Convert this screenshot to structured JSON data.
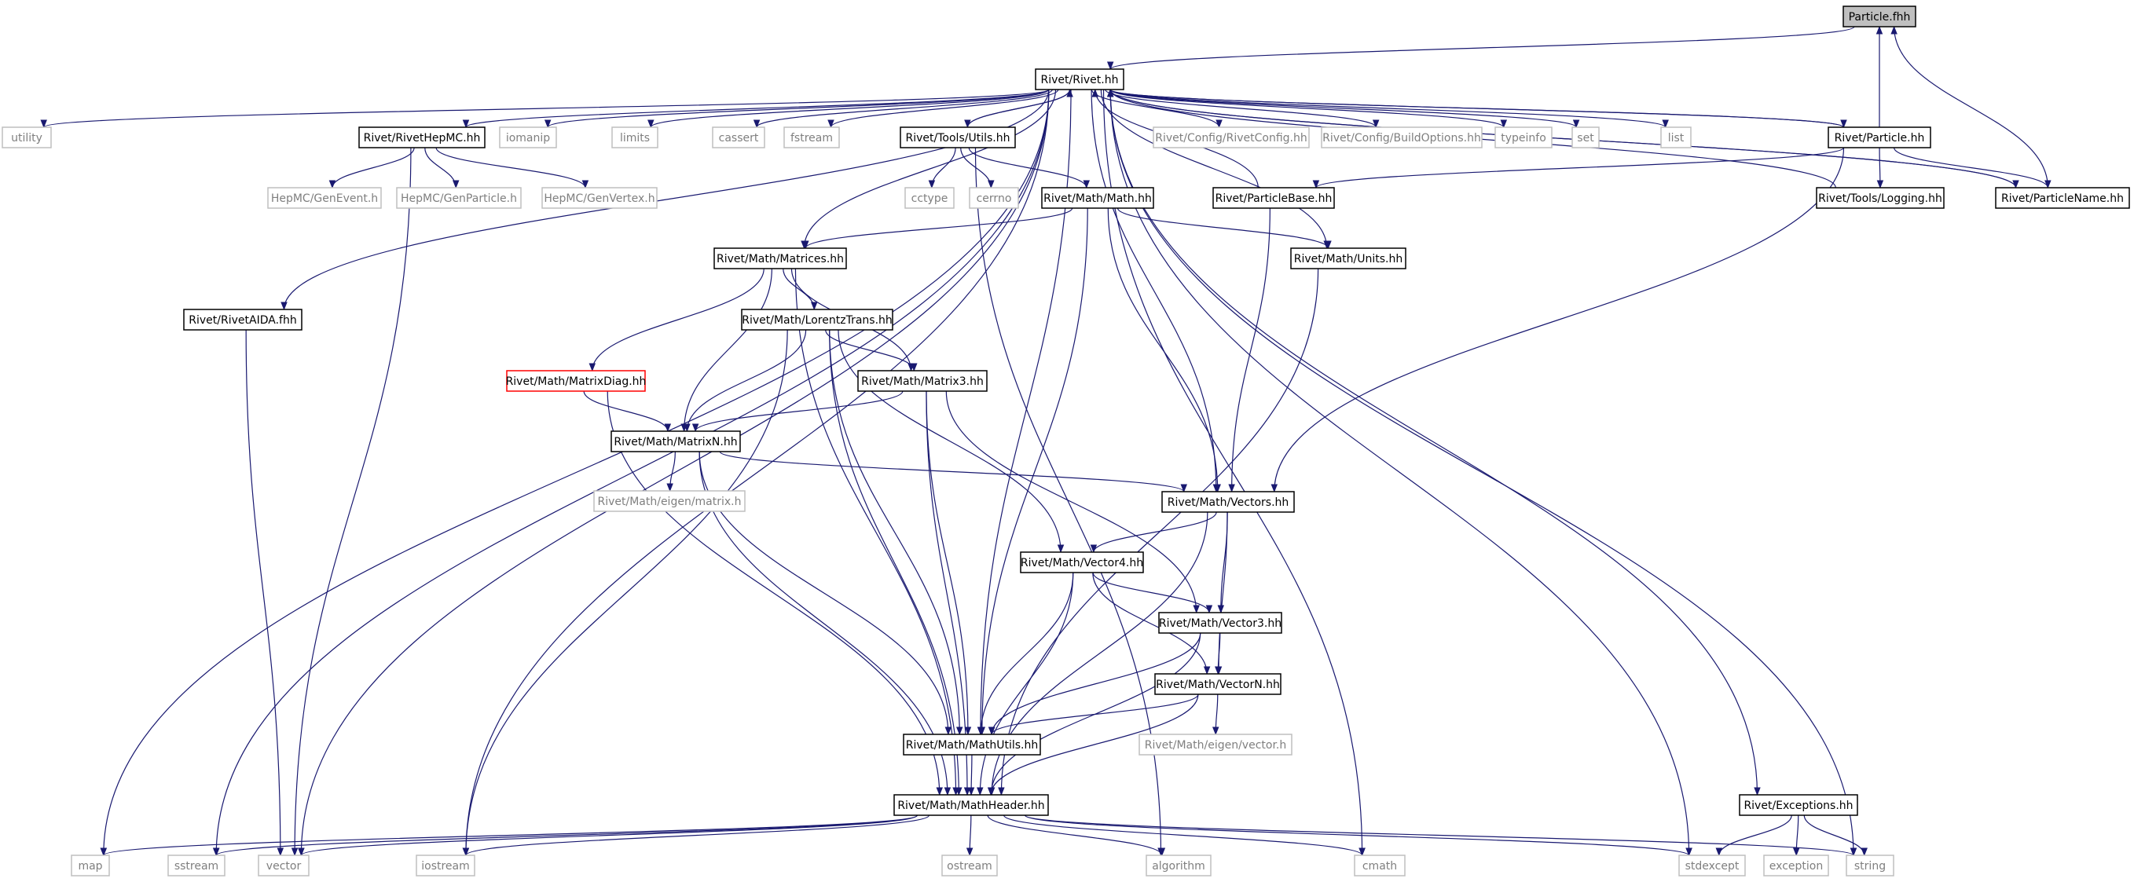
{
  "graph": {
    "title": "",
    "colors": {
      "edge": "#191970",
      "node_border": "#000000",
      "external_border": "#bfbfbf",
      "external_text": "#7f7f7f",
      "missing_border": "#ff0000",
      "root_fill": "#bfbfbf",
      "node_fill": "#ffffff",
      "text": "#000000"
    },
    "nodes": [
      {
        "id": "particle_fhh",
        "label": "Particle.fhh",
        "kind": "root"
      },
      {
        "id": "rivet_hh",
        "label": "Rivet/Rivet.hh",
        "kind": "internal"
      },
      {
        "id": "utility",
        "label": "utility",
        "kind": "external"
      },
      {
        "id": "rivethepmc",
        "label": "Rivet/RivetHepMC.hh",
        "kind": "internal"
      },
      {
        "id": "iomanip",
        "label": "iomanip",
        "kind": "external"
      },
      {
        "id": "limits",
        "label": "limits",
        "kind": "external"
      },
      {
        "id": "cassert",
        "label": "cassert",
        "kind": "external"
      },
      {
        "id": "fstream",
        "label": "fstream",
        "kind": "external"
      },
      {
        "id": "tools_utils",
        "label": "Rivet/Tools/Utils.hh",
        "kind": "internal"
      },
      {
        "id": "rivetconfig",
        "label": "Rivet/Config/RivetConfig.hh",
        "kind": "external"
      },
      {
        "id": "buildoptions",
        "label": "Rivet/Config/BuildOptions.hh",
        "kind": "external"
      },
      {
        "id": "typeinfo",
        "label": "typeinfo",
        "kind": "external"
      },
      {
        "id": "set",
        "label": "set",
        "kind": "external"
      },
      {
        "id": "list",
        "label": "list",
        "kind": "external"
      },
      {
        "id": "particle_hh",
        "label": "Rivet/Particle.hh",
        "kind": "internal"
      },
      {
        "id": "genevent",
        "label": "HepMC/GenEvent.h",
        "kind": "external"
      },
      {
        "id": "genparticle",
        "label": "HepMC/GenParticle.h",
        "kind": "external"
      },
      {
        "id": "genvertex",
        "label": "HepMC/GenVertex.h",
        "kind": "external"
      },
      {
        "id": "cctype",
        "label": "cctype",
        "kind": "external"
      },
      {
        "id": "cerrno",
        "label": "cerrno",
        "kind": "external"
      },
      {
        "id": "math_hh",
        "label": "Rivet/Math/Math.hh",
        "kind": "internal"
      },
      {
        "id": "particlebase",
        "label": "Rivet/ParticleBase.hh",
        "kind": "internal"
      },
      {
        "id": "logging",
        "label": "Rivet/Tools/Logging.hh",
        "kind": "internal"
      },
      {
        "id": "particlename",
        "label": "Rivet/ParticleName.hh",
        "kind": "internal"
      },
      {
        "id": "matrices",
        "label": "Rivet/Math/Matrices.hh",
        "kind": "internal"
      },
      {
        "id": "units",
        "label": "Rivet/Math/Units.hh",
        "kind": "internal"
      },
      {
        "id": "rivetaida",
        "label": "Rivet/RivetAIDA.fhh",
        "kind": "internal"
      },
      {
        "id": "lorentztrans",
        "label": "Rivet/Math/LorentzTrans.hh",
        "kind": "internal"
      },
      {
        "id": "matrixdiag",
        "label": "Rivet/Math/MatrixDiag.hh",
        "kind": "missing"
      },
      {
        "id": "matrix3",
        "label": "Rivet/Math/Matrix3.hh",
        "kind": "internal"
      },
      {
        "id": "matrixn",
        "label": "Rivet/Math/MatrixN.hh",
        "kind": "internal"
      },
      {
        "id": "eigen_matrix",
        "label": "Rivet/Math/eigen/matrix.h",
        "kind": "external"
      },
      {
        "id": "vectors",
        "label": "Rivet/Math/Vectors.hh",
        "kind": "internal"
      },
      {
        "id": "vector4",
        "label": "Rivet/Math/Vector4.hh",
        "kind": "internal"
      },
      {
        "id": "vector3",
        "label": "Rivet/Math/Vector3.hh",
        "kind": "internal"
      },
      {
        "id": "vectorn",
        "label": "Rivet/Math/VectorN.hh",
        "kind": "internal"
      },
      {
        "id": "eigen_vector",
        "label": "Rivet/Math/eigen/vector.h",
        "kind": "external"
      },
      {
        "id": "mathutils",
        "label": "Rivet/Math/MathUtils.hh",
        "kind": "internal"
      },
      {
        "id": "mathheader",
        "label": "Rivet/Math/MathHeader.hh",
        "kind": "internal"
      },
      {
        "id": "exceptions",
        "label": "Rivet/Exceptions.hh",
        "kind": "internal"
      },
      {
        "id": "map",
        "label": "map",
        "kind": "external"
      },
      {
        "id": "sstream",
        "label": "sstream",
        "kind": "external"
      },
      {
        "id": "vector",
        "label": "vector",
        "kind": "external"
      },
      {
        "id": "iostream",
        "label": "iostream",
        "kind": "external"
      },
      {
        "id": "ostream",
        "label": "ostream",
        "kind": "external"
      },
      {
        "id": "algorithm",
        "label": "algorithm",
        "kind": "external"
      },
      {
        "id": "cmath",
        "label": "cmath",
        "kind": "external"
      },
      {
        "id": "stdexcept",
        "label": "stdexcept",
        "kind": "external"
      },
      {
        "id": "exception",
        "label": "exception",
        "kind": "external"
      },
      {
        "id": "string",
        "label": "string",
        "kind": "external"
      }
    ],
    "edges": [
      [
        "particle_fhh",
        "rivet_hh"
      ],
      [
        "rivet_hh",
        "utility"
      ],
      [
        "rivet_hh",
        "rivethepmc"
      ],
      [
        "rivet_hh",
        "iomanip"
      ],
      [
        "rivet_hh",
        "limits"
      ],
      [
        "rivet_hh",
        "cassert"
      ],
      [
        "rivet_hh",
        "fstream"
      ],
      [
        "rivet_hh",
        "tools_utils"
      ],
      [
        "rivet_hh",
        "rivetconfig"
      ],
      [
        "rivet_hh",
        "buildoptions"
      ],
      [
        "rivet_hh",
        "typeinfo"
      ],
      [
        "rivet_hh",
        "set"
      ],
      [
        "rivet_hh",
        "list"
      ],
      [
        "rivet_hh",
        "particle_hh"
      ],
      [
        "rivet_hh",
        "particlename"
      ],
      [
        "rivet_hh",
        "matrices"
      ],
      [
        "rivet_hh",
        "rivetaida"
      ],
      [
        "rivet_hh",
        "vectors"
      ],
      [
        "rivet_hh",
        "units"
      ],
      [
        "rivet_hh",
        "exceptions"
      ],
      [
        "rivet_hh",
        "mathutils"
      ],
      [
        "rivet_hh",
        "map"
      ],
      [
        "rivet_hh",
        "sstream"
      ],
      [
        "rivet_hh",
        "vector"
      ],
      [
        "rivet_hh",
        "iostream"
      ],
      [
        "rivet_hh",
        "cmath"
      ],
      [
        "rivet_hh",
        "stdexcept"
      ],
      [
        "rivet_hh",
        "string"
      ],
      [
        "rivethepmc",
        "genevent"
      ],
      [
        "rivethepmc",
        "genparticle"
      ],
      [
        "rivethepmc",
        "genvertex"
      ],
      [
        "rivethepmc",
        "vector"
      ],
      [
        "tools_utils",
        "rivet_hh"
      ],
      [
        "tools_utils",
        "cctype"
      ],
      [
        "tools_utils",
        "cerrno"
      ],
      [
        "tools_utils",
        "math_hh"
      ],
      [
        "tools_utils",
        "algorithm"
      ],
      [
        "particle_hh",
        "rivet_hh"
      ],
      [
        "particle_hh",
        "particle_fhh"
      ],
      [
        "particle_hh",
        "particlebase"
      ],
      [
        "particle_hh",
        "logging"
      ],
      [
        "particle_hh",
        "particlename"
      ],
      [
        "particle_hh",
        "vectors"
      ],
      [
        "particlebase",
        "rivet_hh"
      ],
      [
        "particlebase",
        "vectors"
      ],
      [
        "logging",
        "rivet_hh"
      ],
      [
        "particlename",
        "rivet_hh"
      ],
      [
        "particlename",
        "particle_fhh"
      ],
      [
        "math_hh",
        "matrices"
      ],
      [
        "math_hh",
        "units"
      ],
      [
        "math_hh",
        "vectors"
      ],
      [
        "math_hh",
        "mathutils"
      ],
      [
        "units",
        "mathheader"
      ],
      [
        "rivetaida",
        "vector"
      ],
      [
        "matrices",
        "lorentztrans"
      ],
      [
        "matrices",
        "matrixdiag"
      ],
      [
        "matrices",
        "matrix3"
      ],
      [
        "matrices",
        "matrixn"
      ],
      [
        "matrices",
        "mathheader"
      ],
      [
        "lorentztrans",
        "matrix3"
      ],
      [
        "lorentztrans",
        "matrixn"
      ],
      [
        "lorentztrans",
        "vector4"
      ],
      [
        "lorentztrans",
        "mathutils"
      ],
      [
        "lorentztrans",
        "mathheader"
      ],
      [
        "lorentztrans",
        "iostream"
      ],
      [
        "matrixdiag",
        "matrixn"
      ],
      [
        "matrixdiag",
        "mathheader"
      ],
      [
        "matrix3",
        "matrixn"
      ],
      [
        "matrix3",
        "vector3"
      ],
      [
        "matrix3",
        "mathutils"
      ],
      [
        "matrix3",
        "mathheader"
      ],
      [
        "matrixn",
        "eigen_matrix"
      ],
      [
        "matrixn",
        "vectors"
      ],
      [
        "matrixn",
        "mathutils"
      ],
      [
        "matrixn",
        "mathheader"
      ],
      [
        "vectors",
        "vector4"
      ],
      [
        "vectors",
        "vector3"
      ],
      [
        "vectors",
        "vectorn"
      ],
      [
        "vectors",
        "mathheader"
      ],
      [
        "vector4",
        "vector3"
      ],
      [
        "vector4",
        "vectorn"
      ],
      [
        "vector4",
        "mathutils"
      ],
      [
        "vector4",
        "mathheader"
      ],
      [
        "vector3",
        "vectorn"
      ],
      [
        "vector3",
        "mathutils"
      ],
      [
        "vector3",
        "mathheader"
      ],
      [
        "vectorn",
        "eigen_vector"
      ],
      [
        "vectorn",
        "mathutils"
      ],
      [
        "vectorn",
        "mathheader"
      ],
      [
        "mathutils",
        "mathheader"
      ],
      [
        "mathheader",
        "map"
      ],
      [
        "mathheader",
        "sstream"
      ],
      [
        "mathheader",
        "vector"
      ],
      [
        "mathheader",
        "iostream"
      ],
      [
        "mathheader",
        "ostream"
      ],
      [
        "mathheader",
        "algorithm"
      ],
      [
        "mathheader",
        "cmath"
      ],
      [
        "mathheader",
        "stdexcept"
      ],
      [
        "mathheader",
        "string"
      ],
      [
        "exceptions",
        "stdexcept"
      ],
      [
        "exceptions",
        "exception"
      ],
      [
        "exceptions",
        "string"
      ]
    ]
  }
}
